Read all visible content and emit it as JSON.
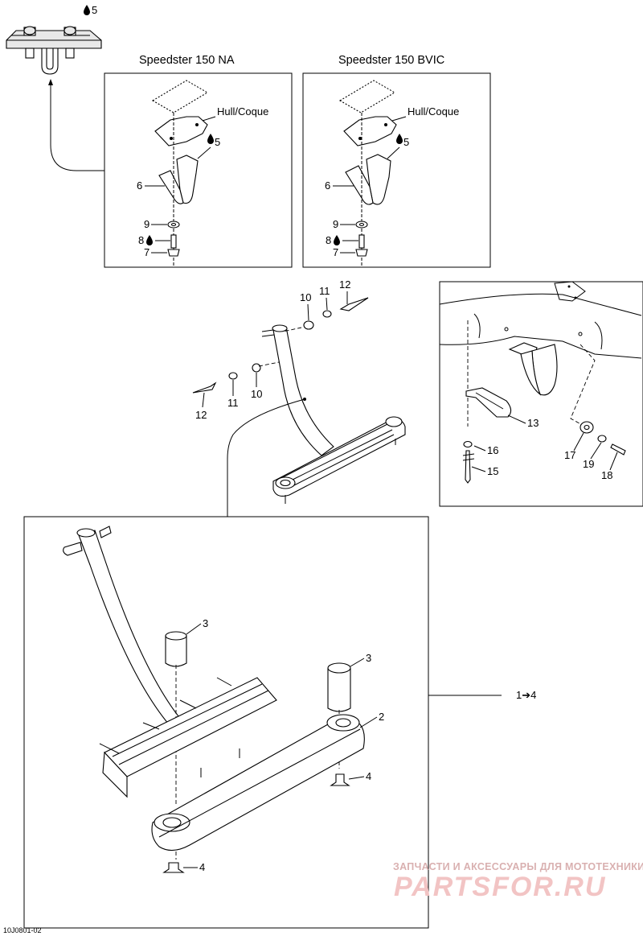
{
  "labels": {
    "title_na": "Speedster 150 NA",
    "title_bvic": "Speedster 150 BVIC",
    "hull_na": "Hull/Coque",
    "hull_bvic": "Hull/Coque",
    "l5_top": "5",
    "l5_na": "5",
    "l6_na": "6",
    "l9_na": "9",
    "l8_na": "8",
    "l7_na": "7",
    "l5_bvic": "5",
    "l6_bvic": "6",
    "l9_bvic": "9",
    "l8_bvic": "8",
    "l7_bvic": "7",
    "l10_top": "10",
    "l11_top": "11",
    "l12_top": "12",
    "l12_bot": "12",
    "l11_bot": "11",
    "l10_bot": "10",
    "l13": "13",
    "l16": "16",
    "l15": "15",
    "l17": "17",
    "l19": "19",
    "l18": "18",
    "l3_a": "3",
    "l3_b": "3",
    "l2": "2",
    "l4_a": "4",
    "l4_b": "4",
    "l_range": "1➔4"
  },
  "watermark": {
    "top": "ЗАПЧАСТИ И АКСЕССУАРЫ ДЛЯ МОТОТЕХНИКИ",
    "logo": "PARTSFOR.RU"
  },
  "drawing_code": "10J0801-02",
  "icons": {
    "sealant": "drop-icon",
    "arrow": "arrow-right-icon"
  }
}
